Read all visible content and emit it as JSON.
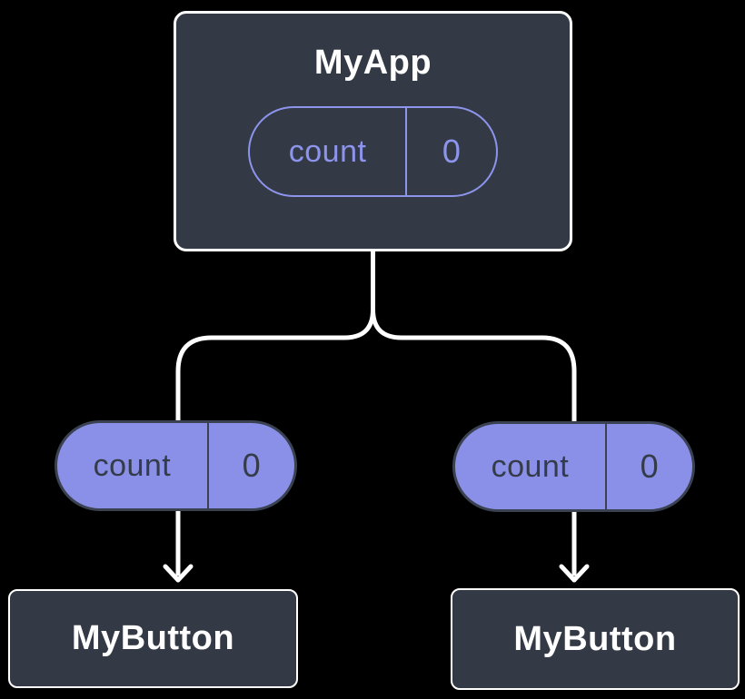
{
  "diagram": {
    "description": "Component tree diagram: parent component holding state passed down to two child components",
    "root": {
      "title": "MyApp",
      "state": {
        "name": "count",
        "value": "0"
      }
    },
    "children": [
      {
        "title": "MyButton",
        "state": {
          "name": "count",
          "value": "0"
        }
      },
      {
        "title": "MyButton",
        "state": {
          "name": "count",
          "value": "0"
        }
      }
    ]
  },
  "colors": {
    "accent": "#8A90E8",
    "accent_line": "#8C94EC",
    "node_fill": "#333945",
    "node_border": "#FFFFFF",
    "pill_dark": "#3A4150",
    "pill_text_dark": "#343B49",
    "line": "#FFFFFF",
    "title_color": "#FFFFFF",
    "page_bg": "#000000"
  }
}
